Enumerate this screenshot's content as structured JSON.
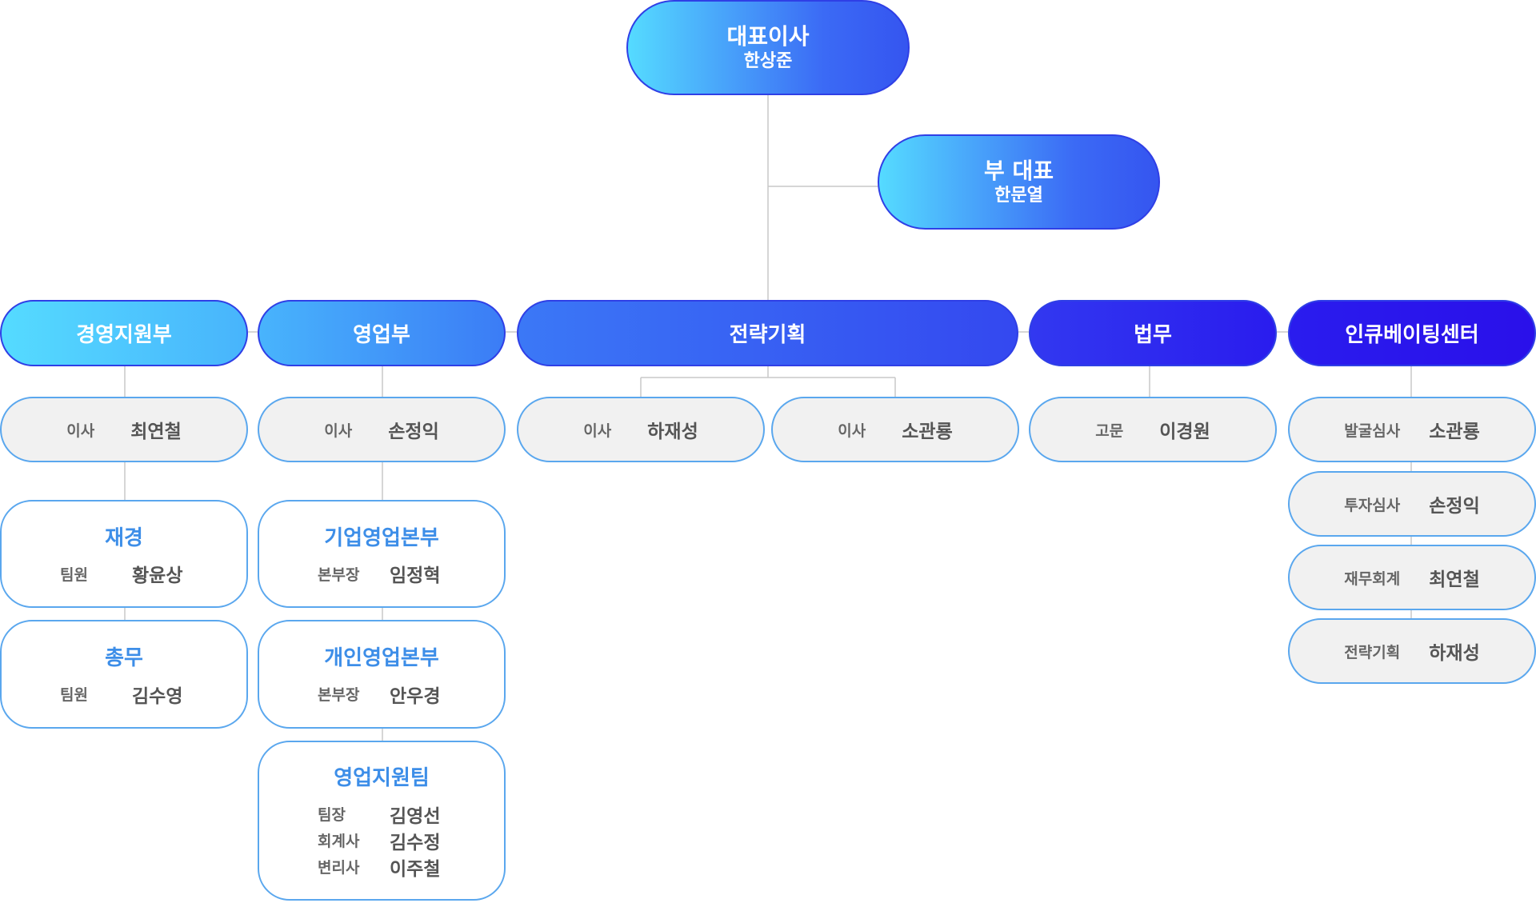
{
  "ceo": {
    "title": "대표이사",
    "name": "한상준"
  },
  "vice": {
    "title": "부 대표",
    "name": "한문열"
  },
  "departments": [
    {
      "label": "경영지원부"
    },
    {
      "label": "영업부"
    },
    {
      "label": "전략기획"
    },
    {
      "label": "법무"
    },
    {
      "label": "인큐베이팅센터"
    }
  ],
  "mgmt": {
    "director": {
      "role": "이사",
      "name": "최연철"
    },
    "teams": [
      {
        "title": "재경",
        "members": [
          {
            "role": "팀원",
            "name": "황윤상"
          }
        ]
      },
      {
        "title": "총무",
        "members": [
          {
            "role": "팀원",
            "name": "김수영"
          }
        ]
      }
    ]
  },
  "sales": {
    "director": {
      "role": "이사",
      "name": "손정익"
    },
    "teams": [
      {
        "title": "기업영업본부",
        "members": [
          {
            "role": "본부장",
            "name": "임정혁"
          }
        ]
      },
      {
        "title": "개인영업본부",
        "members": [
          {
            "role": "본부장",
            "name": "안우경"
          }
        ]
      },
      {
        "title": "영업지원팀",
        "members": [
          {
            "role": "팀장",
            "name": "김영선"
          },
          {
            "role": "회계사",
            "name": "김수정"
          },
          {
            "role": "변리사",
            "name": "이주철"
          }
        ]
      }
    ]
  },
  "strategy": {
    "directors": [
      {
        "role": "이사",
        "name": "하재성"
      },
      {
        "role": "이사",
        "name": "소관룡"
      }
    ]
  },
  "legal": {
    "advisor": {
      "role": "고문",
      "name": "이경원"
    }
  },
  "incubation": {
    "members": [
      {
        "role": "발굴심사",
        "name": "소관룡"
      },
      {
        "role": "투자심사",
        "name": "손정익"
      },
      {
        "role": "재무회계",
        "name": "최연철"
      },
      {
        "role": "전략기획",
        "name": "하재성"
      }
    ]
  },
  "colors": {
    "cyan": "#55dbff",
    "blue": "#3b6af5",
    "indigo": "#2a14ee",
    "team_title": "#3d8ee8",
    "card_border": "#5aa7ee"
  }
}
